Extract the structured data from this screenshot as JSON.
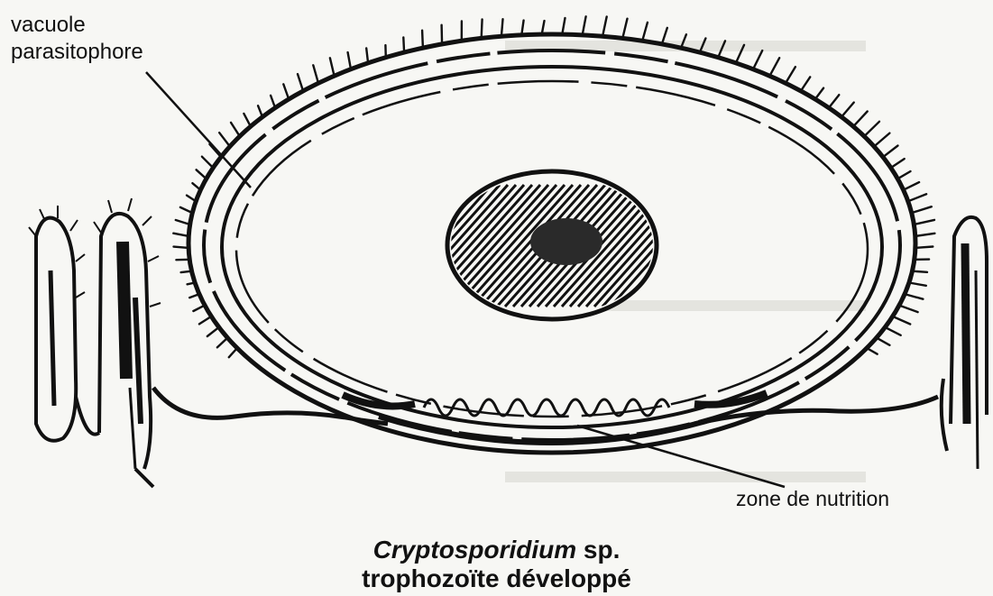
{
  "labels": {
    "vacuole_line1": "vacuole",
    "vacuole_line2": "parasitophore",
    "nutrition_zone": "zone de nutrition"
  },
  "caption": {
    "genus": "Cryptosporidium",
    "sp": " sp.",
    "line2": "trophozoïte développé"
  },
  "colors": {
    "ink": "#111111",
    "paper": "#f7f7f4",
    "bleed_through": "#e4e4df"
  }
}
